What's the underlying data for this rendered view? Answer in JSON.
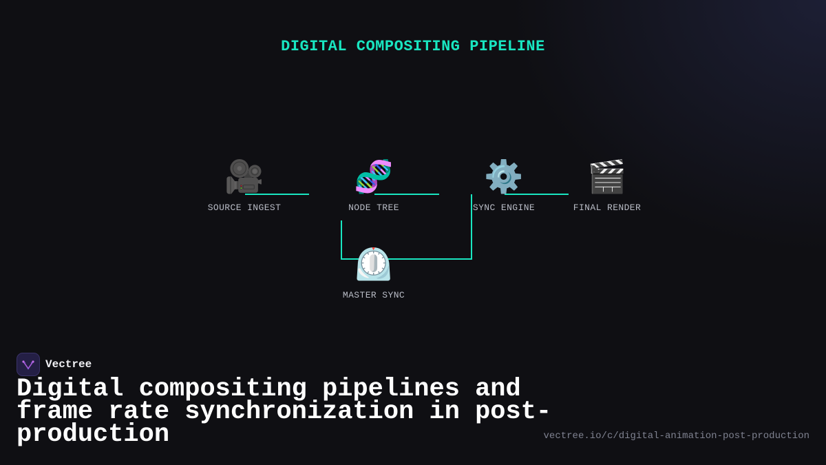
{
  "diagram": {
    "title": "DIGITAL COMPOSITING PIPELINE",
    "nodes": [
      {
        "id": "source-ingest",
        "label": "SOURCE INGEST",
        "icon": "🎥",
        "icon_name": "movie-camera-icon"
      },
      {
        "id": "node-tree",
        "label": "NODE TREE",
        "icon": "🧬",
        "icon_name": "dna-icon"
      },
      {
        "id": "sync-engine",
        "label": "SYNC ENGINE",
        "icon": "⚙️",
        "icon_name": "gear-icon"
      },
      {
        "id": "final-render",
        "label": "FINAL RENDER",
        "icon": "🎬",
        "icon_name": "clapper-board-icon"
      },
      {
        "id": "master-sync",
        "label": "MASTER SYNC",
        "icon": "⏲️",
        "icon_name": "timer-clock-icon"
      }
    ],
    "edges": [
      {
        "from": "source-ingest",
        "to": "node-tree"
      },
      {
        "from": "node-tree",
        "to": "sync-engine"
      },
      {
        "from": "sync-engine",
        "to": "final-render"
      },
      {
        "from": "node-tree",
        "to": "master-sync"
      },
      {
        "from": "master-sync",
        "to": "sync-engine"
      }
    ],
    "line_color": "#19e6c1"
  },
  "brand": {
    "name": "Vectree",
    "logo_icon": "vectree-logo-icon"
  },
  "headline": "Digital compositing pipelines and frame rate synchronization in post-production",
  "url": "vectree.io/c/digital-animation-post-production",
  "colors": {
    "accent": "#19e6c1",
    "background": "#0f0f13",
    "label": "#b9bcc6",
    "muted": "#7f8290"
  }
}
